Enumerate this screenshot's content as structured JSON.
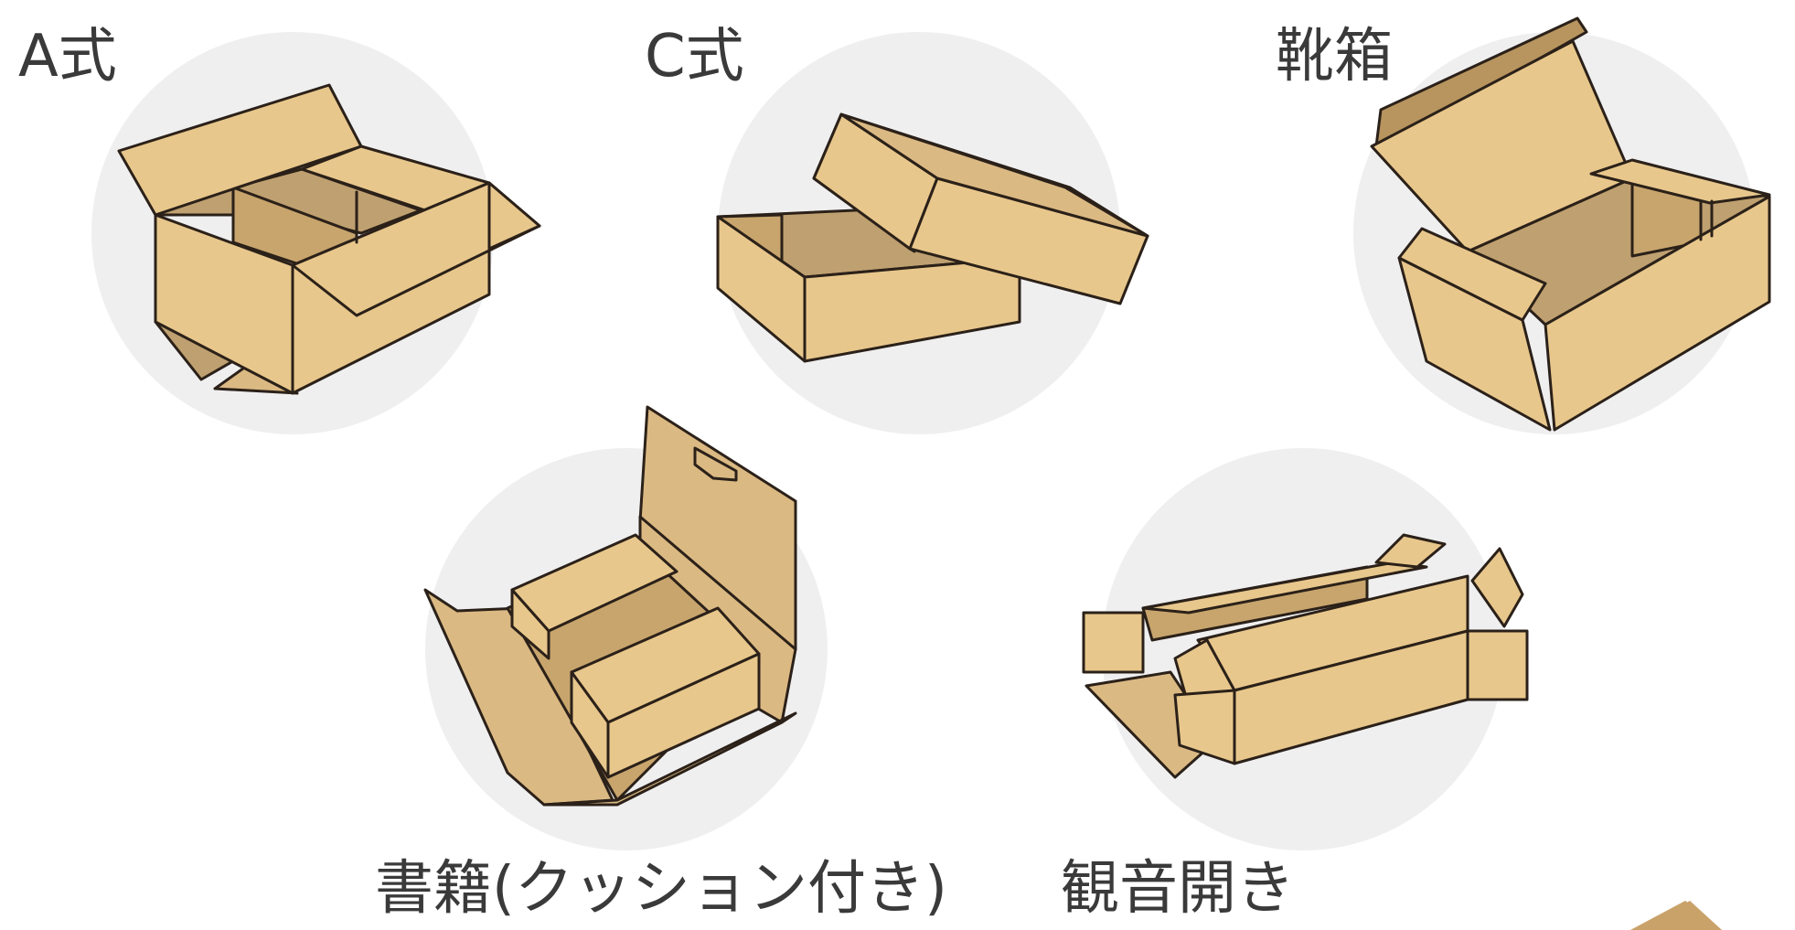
{
  "labels": {
    "a_type": "A式",
    "c_type": "C式",
    "shoe_box": "靴箱",
    "book_box": "書籍(クッション付き)",
    "kannon_box": "観音開き"
  },
  "colors": {
    "background": "#ffffff",
    "circle": "#efeff0",
    "cardboard_light": "#e8c78c",
    "cardboard_mid": "#dbb983",
    "cardboard_inner": "#bfa070",
    "outline": "#2b2119"
  }
}
